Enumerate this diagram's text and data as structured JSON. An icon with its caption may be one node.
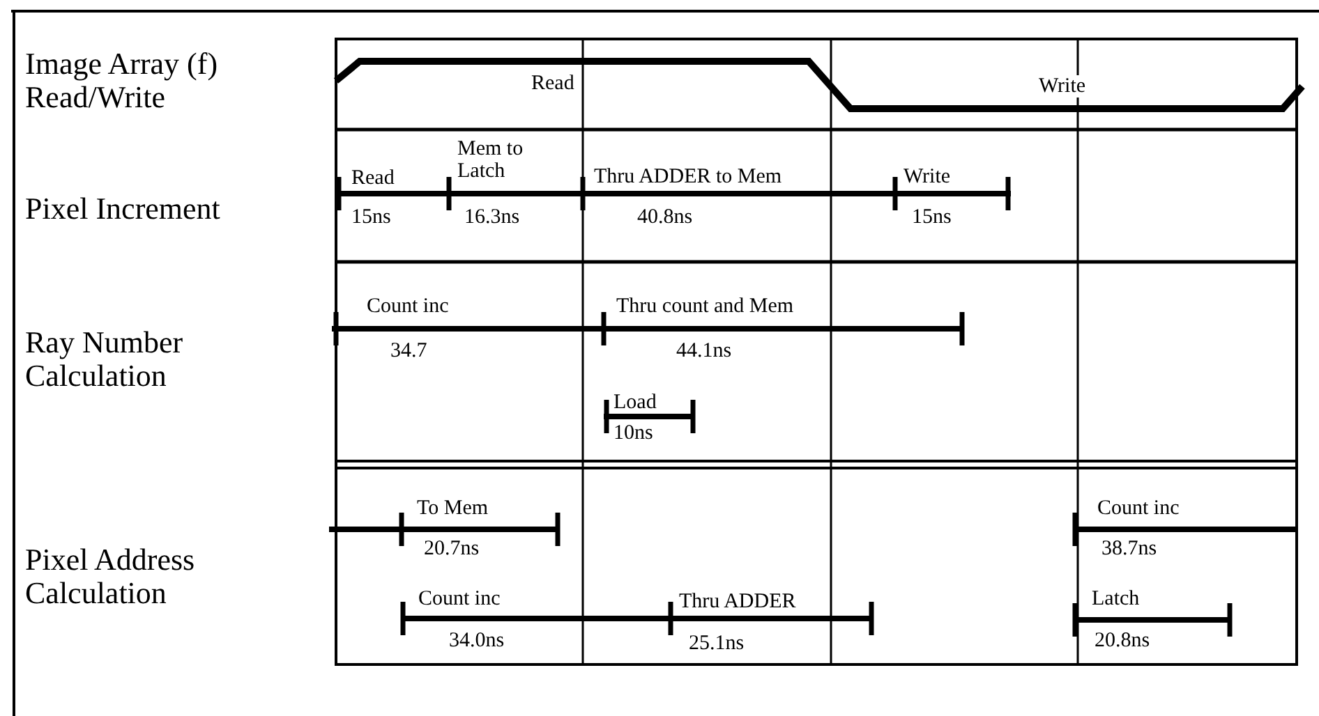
{
  "diagram": {
    "labels": [
      "Image Array (f) Read/Write",
      "Read",
      "Write",
      "Pixel Increment",
      "Read",
      "Mem to Latch",
      "Thru ADDER to Mem",
      "Write",
      "15ns",
      "16.3ns",
      "40.8ns",
      "15ns",
      "Ray Number Calculation",
      "Count inc",
      "Thru count and Mem",
      "34.7",
      "44.1ns",
      "Load",
      "10ns",
      "Pixel Address Calculation",
      "To Mem",
      "Count inc",
      "20.7ns",
      "38.7ns",
      "Count inc",
      "Thru ADDER",
      "Latch",
      "34.0ns",
      "25.1ns",
      "20.8ns"
    ]
  }
}
